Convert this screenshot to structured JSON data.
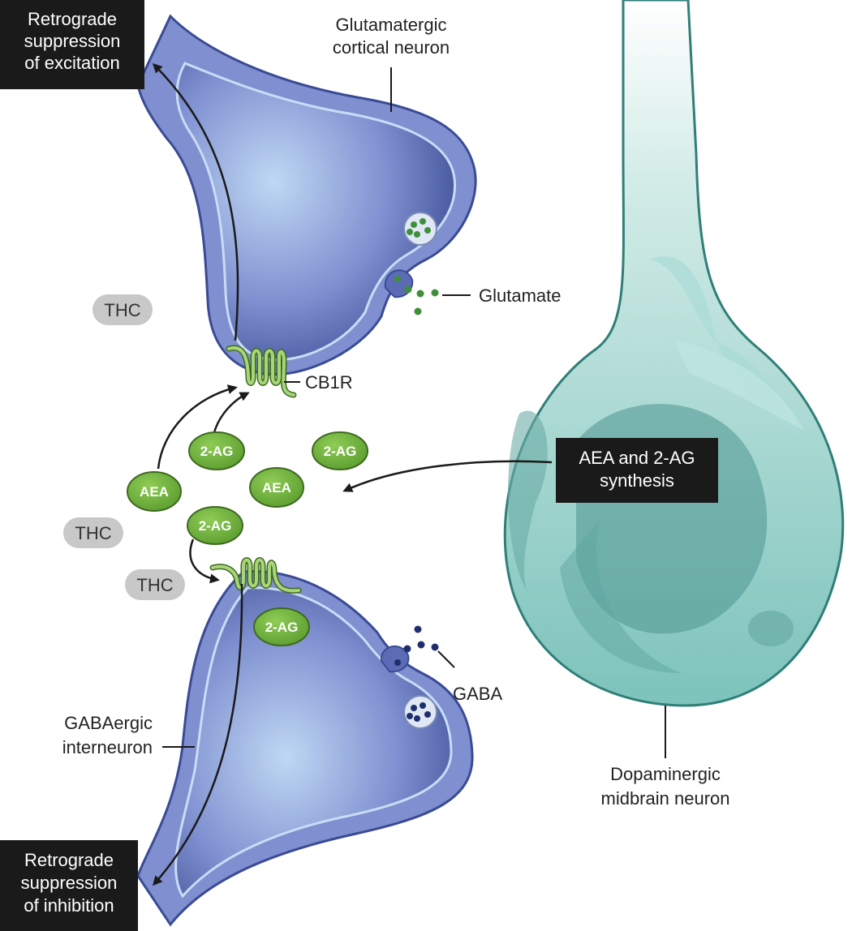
{
  "boxes": {
    "top_left": [
      "Retrograde",
      "suppression",
      "of excitation"
    ],
    "bottom_left": [
      "Retrograde",
      "suppression",
      "of inhibition"
    ],
    "synthesis": [
      "AEA and 2-AG",
      "synthesis"
    ]
  },
  "labels": {
    "glutamatergic": [
      "Glutamatergic",
      "cortical neuron"
    ],
    "glutamate": "Glutamate",
    "cb1r": "CB1R",
    "gaba": "GABA",
    "gabaergic": [
      "GABAergic",
      "interneuron"
    ],
    "dopaminergic": [
      "Dopaminergic",
      "midbrain neuron"
    ]
  },
  "thc": [
    "THC",
    "THC",
    "THC"
  ],
  "molecules": [
    "2-AG",
    "2-AG",
    "AEA",
    "AEA",
    "2-AG",
    "2-AG"
  ],
  "colors": {
    "neuron_blue": "#6f82c9",
    "neuron_dark": "#2e3f86",
    "dopamine_teal": "#7cc3bb",
    "molecule_green": "#6fb43f",
    "receptor_green": "#a8d47a",
    "box_black": "#1a1a1a",
    "pill_grey": "#c8c8c8"
  }
}
